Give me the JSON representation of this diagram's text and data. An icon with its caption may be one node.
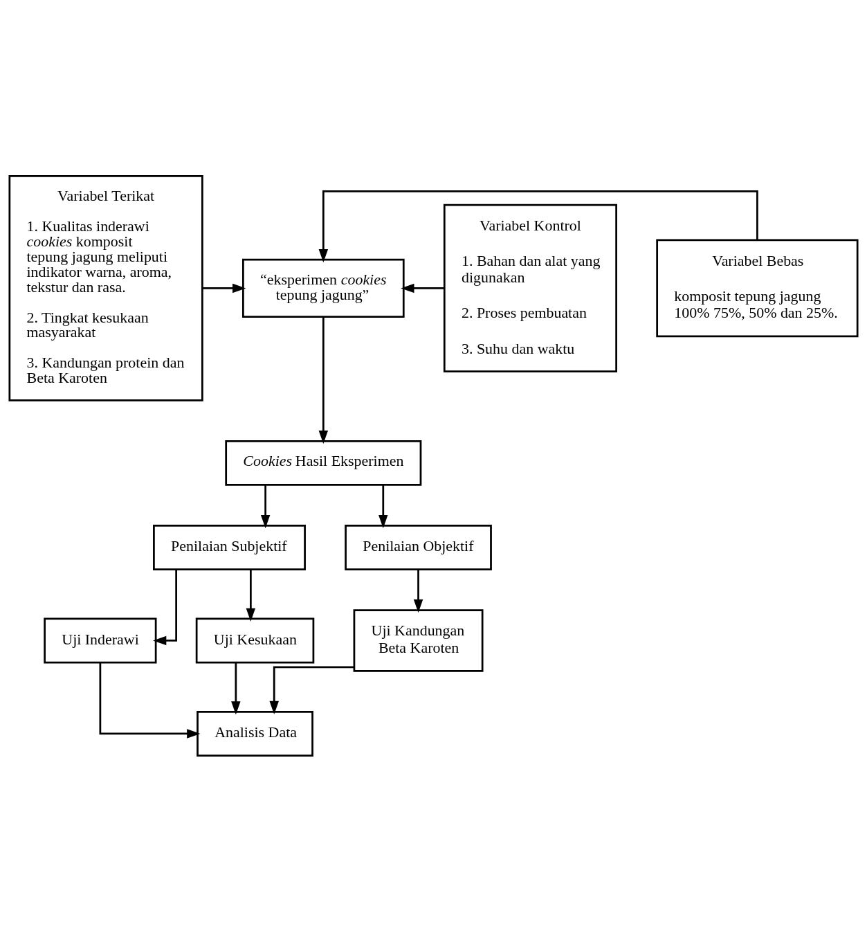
{
  "diagram": {
    "nodes": [
      {
        "text": [
          "Variabel Terikat",
          "1. Kualitas inderawi *cookies* komposit tepung jagung meliputi indikator warna, aroma, tekstur dan rasa.",
          "2. Tingkat kesukaan masyarakat",
          "3. Kandungan protein dan Beta Karoten"
        ]
      },
      {
        "text": [
          "“eksperimen *cookies* tepung jagung”"
        ]
      },
      {
        "text": [
          "Variabel Bebas",
          "komposit tepung jagung 100% 75%, 50% dan 25%."
        ]
      },
      {
        "text": [
          "Variabel Kontrol",
          "1. Bahan dan alat yang digunakan",
          "2. Proses pembuatan",
          "3. Suhu dan waktu"
        ]
      },
      {
        "text": [
          "*Cookies* Hasil Eksperimen"
        ]
      },
      {
        "text": [
          "Penilaian Subjektif"
        ]
      },
      {
        "text": [
          "Penilaian Objektif"
        ]
      },
      {
        "text": [
          "Uji Inderawi"
        ]
      },
      {
        "text": [
          "Uji Kesukaan"
        ]
      },
      {
        "text": [
          "Uji Kandungan Beta Karoten"
        ]
      },
      {
        "text": [
          "Analisis Data"
        ]
      }
    ],
    "edges": [
      {
        "from": 0,
        "to": 1,
        "arrow": "to"
      },
      {
        "from": 2,
        "to": 1,
        "arrow": "to"
      },
      {
        "from": 3,
        "to": 1,
        "arrow": "to"
      },
      {
        "from": 1,
        "to": 4,
        "arrow": "to"
      },
      {
        "from": 4,
        "to": 5,
        "arrow": "to"
      },
      {
        "from": 4,
        "to": 6,
        "arrow": "to"
      },
      {
        "from": 5,
        "to": 7,
        "arrow": "to"
      },
      {
        "from": 5,
        "to": 8,
        "arrow": "to"
      },
      {
        "from": 6,
        "to": 9,
        "arrow": "to"
      },
      {
        "from": 7,
        "to": 10,
        "arrow": "to"
      },
      {
        "from": 8,
        "to": 10,
        "arrow": "to"
      },
      {
        "from": 9,
        "to": 10,
        "arrow": "to"
      }
    ]
  }
}
